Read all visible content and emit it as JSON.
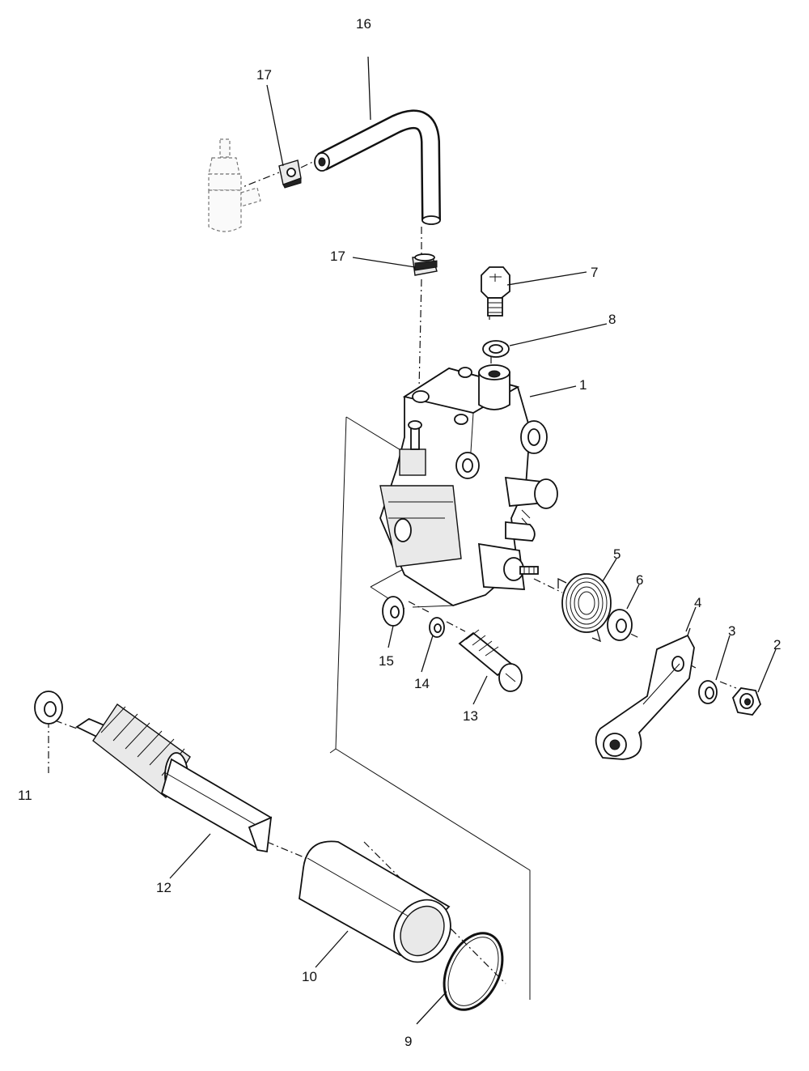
{
  "callouts": [
    {
      "id": "c16a",
      "text": "16"
    },
    {
      "id": "c17a",
      "text": "17"
    },
    {
      "id": "c17b",
      "text": "17"
    },
    {
      "id": "c7",
      "text": "7"
    },
    {
      "id": "c8",
      "text": "8"
    },
    {
      "id": "c1",
      "text": "1"
    },
    {
      "id": "c5",
      "text": "5"
    },
    {
      "id": "c6",
      "text": "6"
    },
    {
      "id": "c4",
      "text": "4"
    },
    {
      "id": "c3",
      "text": "3"
    },
    {
      "id": "c2",
      "text": "2"
    },
    {
      "id": "c15",
      "text": "15"
    },
    {
      "id": "c14",
      "text": "14"
    },
    {
      "id": "c13",
      "text": "13"
    },
    {
      "id": "c11",
      "text": "11"
    },
    {
      "id": "c12",
      "text": "12"
    },
    {
      "id": "c10",
      "text": "10"
    },
    {
      "id": "c9",
      "text": "9"
    }
  ]
}
